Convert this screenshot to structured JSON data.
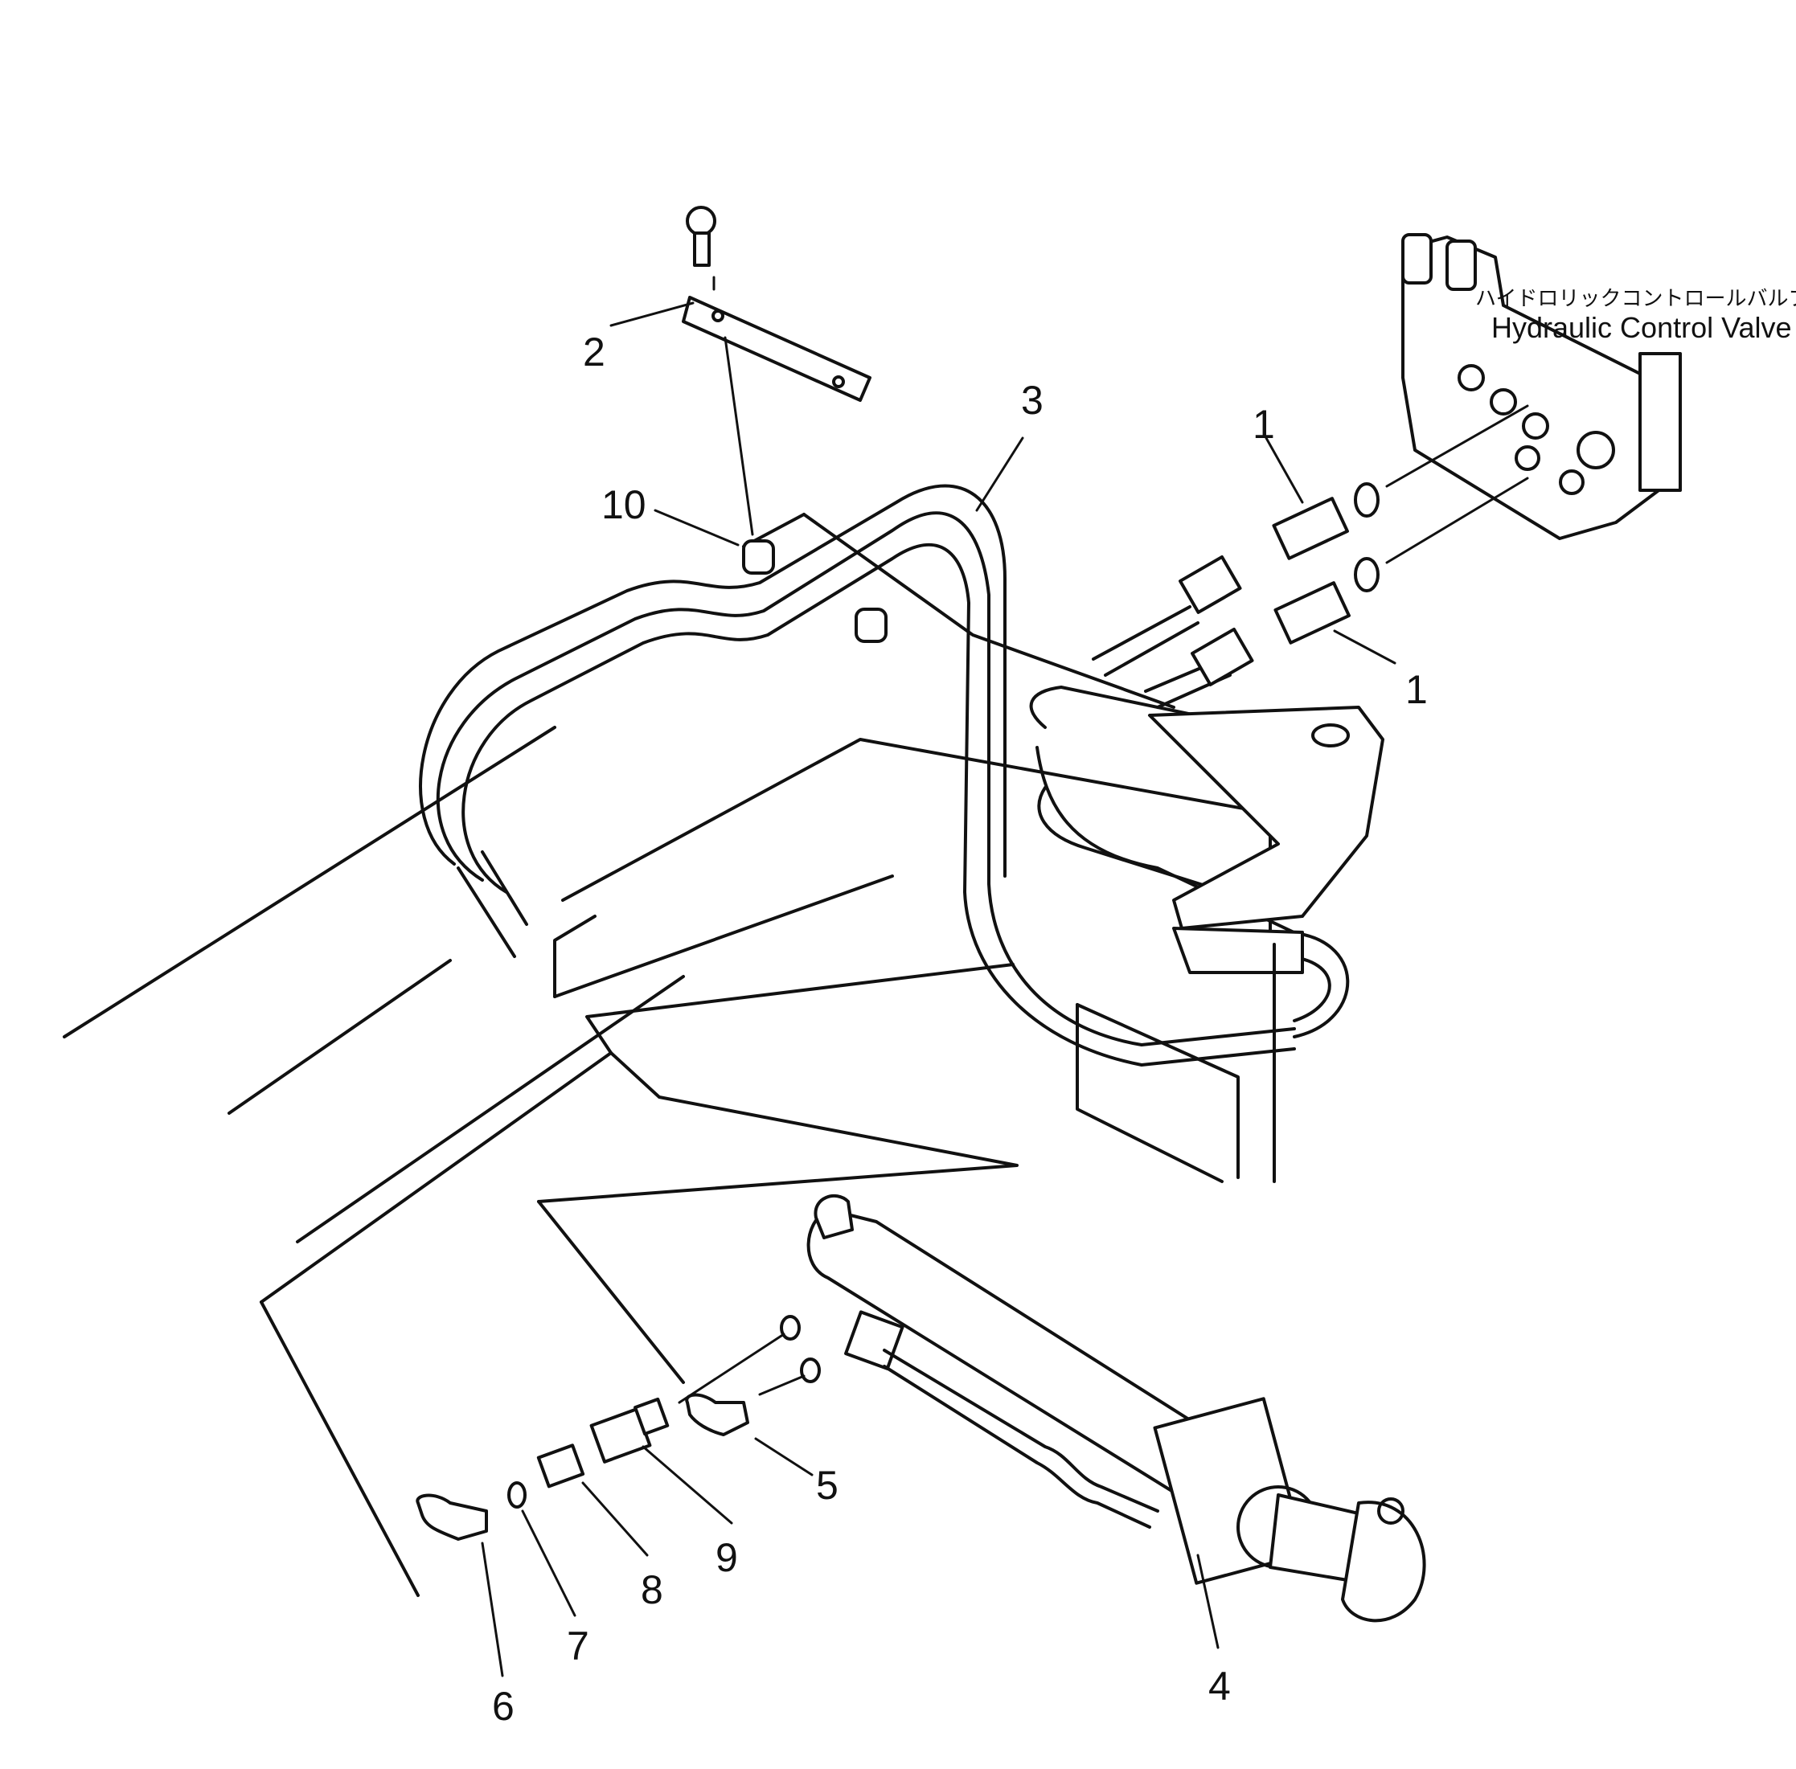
{
  "labels": {
    "valve_jp": "ハイドロリックコントロールバルブ",
    "valve_en": "Hydraulic Control Valve"
  },
  "callouts": [
    {
      "id": "c1a",
      "text": "1"
    },
    {
      "id": "c1b",
      "text": "1"
    },
    {
      "id": "c2",
      "text": "2"
    },
    {
      "id": "c3",
      "text": "3"
    },
    {
      "id": "c4",
      "text": "4"
    },
    {
      "id": "c5",
      "text": "5"
    },
    {
      "id": "c6",
      "text": "6"
    },
    {
      "id": "c7",
      "text": "7"
    },
    {
      "id": "c8",
      "text": "8"
    },
    {
      "id": "c9",
      "text": "9"
    },
    {
      "id": "c10",
      "text": "10"
    }
  ]
}
